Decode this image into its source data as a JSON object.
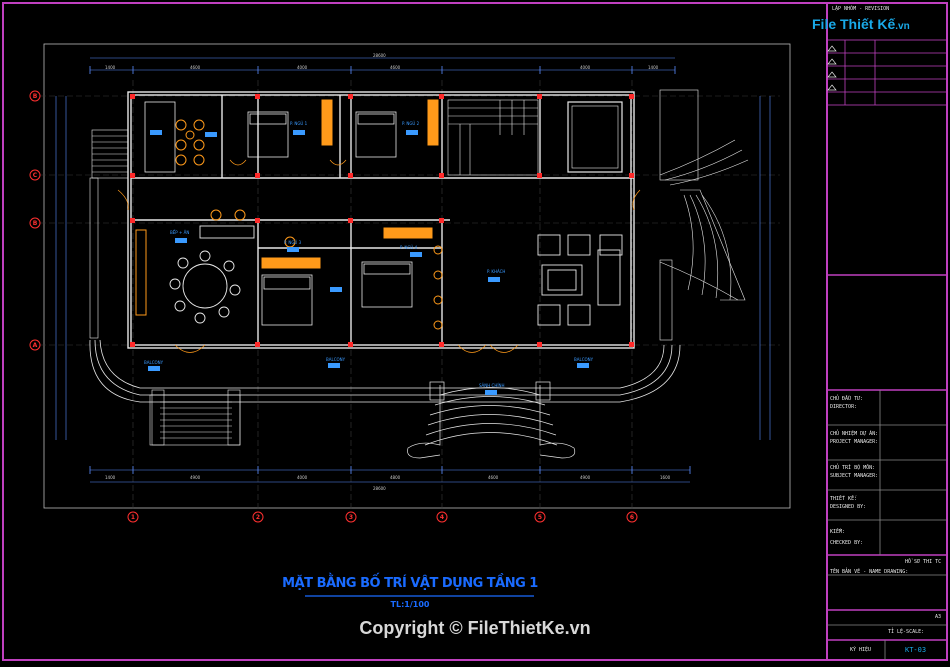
{
  "logo": {
    "name": "File Thiết Kế",
    "tld": ".vn"
  },
  "plan_title": "MẶT BẰNG BỐ TRÍ VẬT DỤNG TẦNG 1",
  "plan_scale": "TL:1/100",
  "copyright": "Copyright © FileThietKe.vn",
  "title_block": {
    "company_header": "LẬP NHÓM - REVISION",
    "director": "CHỦ ĐẦU TƯ:",
    "director_en": "DIRECTOR:",
    "project_manager": "CHỦ NHIỆM DỰ ÁN:",
    "project_manager_en": "PROJECT MANAGER:",
    "subject_manager": "CHỦ TRÌ BỘ MÔN:",
    "subject_manager_en": "SUBJECT MANAGER:",
    "designer": "THIẾT KẾ:",
    "designer_en": "DESIGNED BY:",
    "checker": "KIỂM:",
    "checker_en": "CHECKED BY:",
    "drawing_name_label": "TÊN BẢN VẼ - NAME DRAWING:",
    "drawing_name": "HỒ SƠ THI TC",
    "scale_label": "TỈ LỆ-SCALE:",
    "sheet_size": "A3",
    "sheet_label": "KÝ HIỆU",
    "sheet_code": "KT-03"
  },
  "grid_columns": [
    "1",
    "2",
    "3",
    "4",
    "5",
    "6"
  ],
  "grid_rows": [
    "B",
    "C",
    "B",
    "A"
  ],
  "dimensions": {
    "overall_top": "28600",
    "overall_bottom": "28600",
    "top_segments": [
      "1400",
      "4600",
      "4000",
      "4600",
      "4000",
      "1400"
    ],
    "bottom_segments": [
      "1400",
      "4900",
      "4000",
      "4800",
      "4600",
      "4900",
      "1600"
    ]
  },
  "room_labels": {
    "bedroom1": "P. NGỦ 1",
    "bedroom2": "P. NGỦ 2",
    "bedroom3": "P. NGỦ 3",
    "bedroom4": "P. NGỦ 4",
    "kitchen": "BẾP + ĂN",
    "living": "P. KHÁCH",
    "balcony1": "BALCONY",
    "balcony2": "BALCONY",
    "balcony3": "BALCONY",
    "lobby": "SẢNH CHÍNH"
  },
  "colors": {
    "frame": "#c040c0",
    "wall": "#e8e8e8",
    "column": "#ff2a2a",
    "furniture_orange": "#ff9a1a",
    "room_label_blue": "#3a9aff",
    "grid_line": "#444444",
    "dimension": "#5a8cff"
  }
}
